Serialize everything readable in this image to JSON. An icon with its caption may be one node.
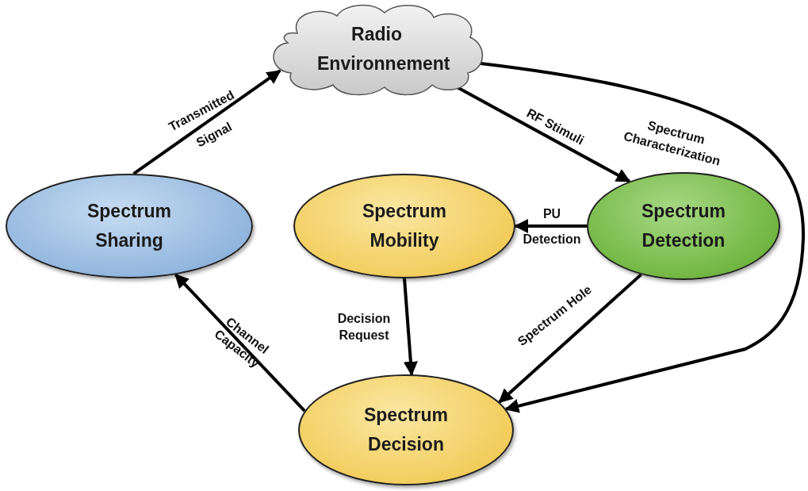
{
  "diagram": {
    "nodes": [
      {
        "text": [
          "Radio Environnement"
        ]
      },
      {
        "text": [
          "Spectrum Sharing"
        ]
      },
      {
        "text": [
          "Spectrum Mobility"
        ]
      },
      {
        "text": [
          "Spectrum Detection"
        ]
      },
      {
        "text": [
          "Spectrum Decision"
        ]
      }
    ],
    "edges": [
      {
        "from": 1,
        "to": 0,
        "arrow": "to",
        "label": "Transmitted Signal"
      },
      {
        "from": 0,
        "to": 3,
        "arrow": "to",
        "label": "RF Stimuli"
      },
      {
        "from": 0,
        "to": 4,
        "arrow": "to",
        "label": "Spectrum Characterization"
      },
      {
        "from": 3,
        "to": 2,
        "arrow": "to",
        "label": "PU Detection"
      },
      {
        "from": 2,
        "to": 4,
        "arrow": "to",
        "label": "Decision Request"
      },
      {
        "from": 3,
        "to": 4,
        "arrow": "to",
        "label": "Spectrum Hole"
      },
      {
        "from": 4,
        "to": 1,
        "arrow": "to",
        "label": "Channel Capacity"
      }
    ]
  }
}
